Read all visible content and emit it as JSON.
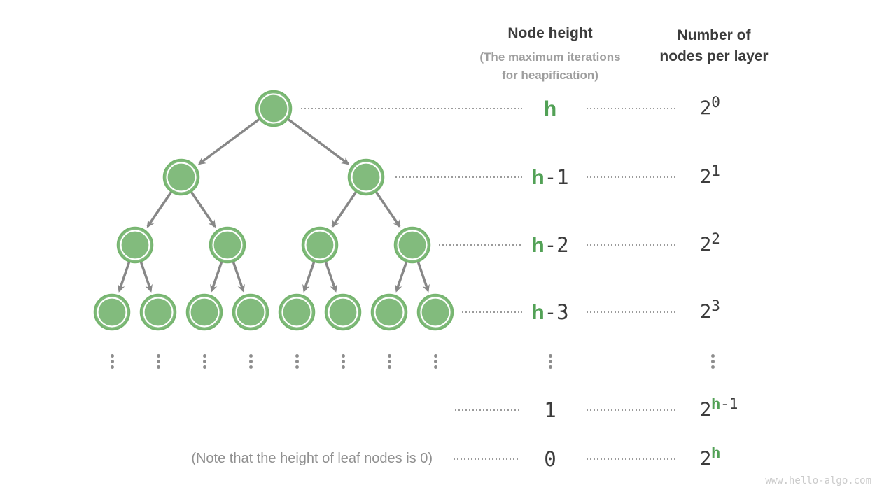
{
  "headers": {
    "height_title": "Node height",
    "height_subtitle_line1": "(The maximum iterations",
    "height_subtitle_line2": "for heapification)",
    "count_title_line1": "Number of",
    "count_title_line2": "nodes per layer"
  },
  "table_rows": [
    {
      "name": "row-height-h",
      "height_parts": [
        {
          "text": "h",
          "green": true
        }
      ],
      "count_parts": [
        {
          "text": "2"
        },
        {
          "text": "0",
          "sup": true
        }
      ]
    },
    {
      "name": "row-height-h-1",
      "height_parts": [
        {
          "text": "h",
          "green": true
        },
        {
          "text": "-1"
        }
      ],
      "count_parts": [
        {
          "text": "2"
        },
        {
          "text": "1",
          "sup": true
        }
      ]
    },
    {
      "name": "row-height-h-2",
      "height_parts": [
        {
          "text": "h",
          "green": true
        },
        {
          "text": "-2"
        }
      ],
      "count_parts": [
        {
          "text": "2"
        },
        {
          "text": "2",
          "sup": true
        }
      ]
    },
    {
      "name": "row-height-h-3",
      "height_parts": [
        {
          "text": "h",
          "green": true
        },
        {
          "text": "-3"
        }
      ],
      "count_parts": [
        {
          "text": "2"
        },
        {
          "text": "3",
          "sup": true
        }
      ]
    },
    {
      "name": "row-ellipsis",
      "type": "ellipsis",
      "glyph": "⋮"
    },
    {
      "name": "row-height-1",
      "height_parts": [
        {
          "text": "1"
        }
      ],
      "count_parts": [
        {
          "text": "2"
        },
        {
          "text": "h",
          "sup": true,
          "green": true
        },
        {
          "text": "-1",
          "sup": true
        }
      ]
    },
    {
      "name": "row-height-0",
      "height_parts": [
        {
          "text": "0"
        }
      ],
      "count_parts": [
        {
          "text": "2"
        },
        {
          "text": "h",
          "sup": true,
          "green": true
        }
      ]
    }
  ],
  "note": "(Note that the height of leaf nodes is 0)",
  "watermark": "www.hello-algo.com",
  "tree": {
    "levels": [
      1,
      2,
      4,
      8
    ],
    "continues_with_ellipsis": true
  },
  "colors": {
    "node_fill": "#82bb7d",
    "node_stroke": "#76b56f",
    "node_inner_ring": "#ffffff",
    "arrow": "#878787",
    "leader_dots": "#9b9b9b",
    "text_dark": "#3c3c3c",
    "text_gray_subtitle": "#9e9e9e",
    "text_gray_note": "#909090",
    "accent_green": "#52a156",
    "ellipsis_dots": "#8d8d8d",
    "watermark_gray": "#cbcbcb"
  }
}
